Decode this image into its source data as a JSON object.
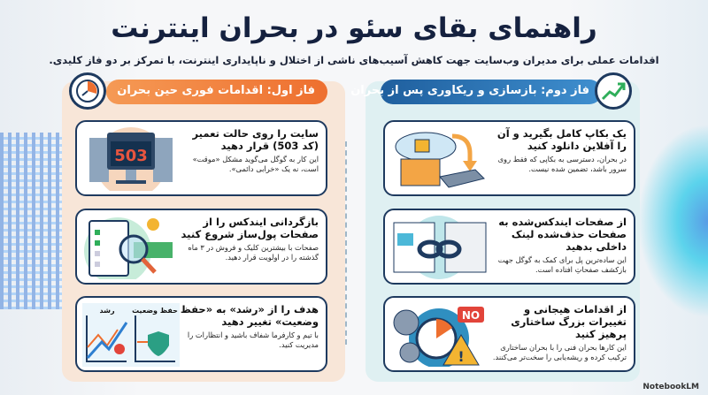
{
  "title": "راهنمای بقای سئو در بحران اینترنت",
  "subtitle": "اقدامات عملی برای مدیران وب‌سایت جهت کاهش آسیب‌های ناشی از اختلال و ناپایداری اینترنت، با تمرکز بر دو فاز کلیدی.",
  "phase1": {
    "title": "فاز اول: اقدامات فوری حین بحران",
    "icon": "stopwatch-icon",
    "color": "#ee6f2f",
    "cards": [
      {
        "title": "سایت را روی حالت تعمیر (کد 503) قرار دهید",
        "desc": "این کار به گوگل می‌گوید مشکل «موقت» است، نه یک «خرابی دائمی».",
        "screen": "503",
        "icon": "server-monitor-icon"
      },
      {
        "title": "بازگردانی ایندکس را از صفحات پول‌ساز شروع کنید",
        "desc": "صفحات با بیشترین کلیک و فروش در ۳ ماه گذشته را در اولویت قرار دهید.",
        "icon": "checklist-magnifier-icon"
      },
      {
        "title": "هدف را از «رشد» به «حفظ وضعیت» تغییر دهید",
        "desc": "با تیم و کارفرما شفاف باشید و انتظارات را مدیریت کنید.",
        "label_growth": "رشد",
        "label_maintain": "حفظ وضعیت",
        "icon": "charts-icon"
      }
    ]
  },
  "phase2": {
    "title": "فاز دوم: بازسازی و ریکاوری پس از بحران",
    "icon": "growth-chart-icon",
    "color": "#1f5f9e",
    "cards": [
      {
        "title": "یک بکاپ کامل بگیرید و آن را آفلاین دانلود کنید",
        "desc": "در بحران، دسترسی به بکاپی که فقط روی سرور باشد، تضمین شده نیست.",
        "icon": "cloud-backup-icon"
      },
      {
        "title": "از صفحات ایندکس‌شده به صفحات حذف‌شده لینک داخلی بدهید",
        "desc": "این ساده‌ترین پل برای کمک به گوگل جهت بازکشف صفحاتِ افتاده است.",
        "icon": "link-icon"
      },
      {
        "title": "از اقدامات هیجانی و تغییرات بزرگ ساختاری پرهیز کنید",
        "desc": "این کارها بحران فنی را با بحران ساختاری ترکیب کرده و ریشه‌یابی را سخت‌تر می‌کنند.",
        "badge": "NO",
        "icon": "gears-warning-icon"
      }
    ]
  },
  "watermark": "NotebookLM"
}
